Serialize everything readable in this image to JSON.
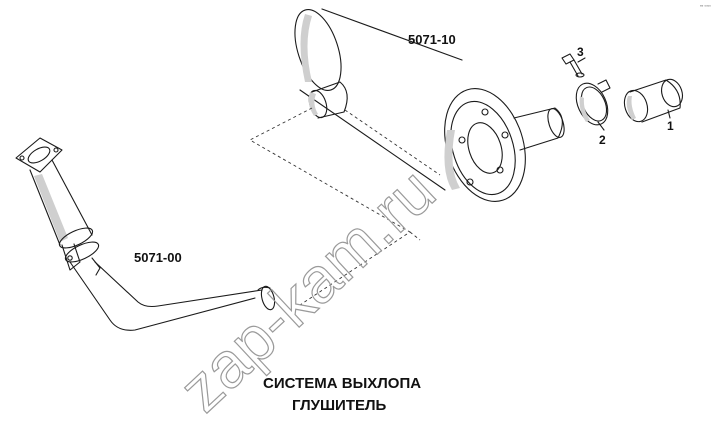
{
  "diagram": {
    "title_line1": "СИСТЕМА ВЫХЛОПА",
    "title_line2": "ГЛУШИТЕЛЬ",
    "watermark": "zap-kam.ru",
    "corner_mark": "⁸⁶ ⁰⁰⁰⁰",
    "parts": [
      {
        "id": "muffler",
        "label": "5071-10"
      },
      {
        "id": "exhaust-pipe",
        "label": "5071-00"
      },
      {
        "id": "bolt",
        "label": "3"
      },
      {
        "id": "clamp",
        "label": "2"
      },
      {
        "id": "sleeve",
        "label": "1"
      }
    ]
  }
}
